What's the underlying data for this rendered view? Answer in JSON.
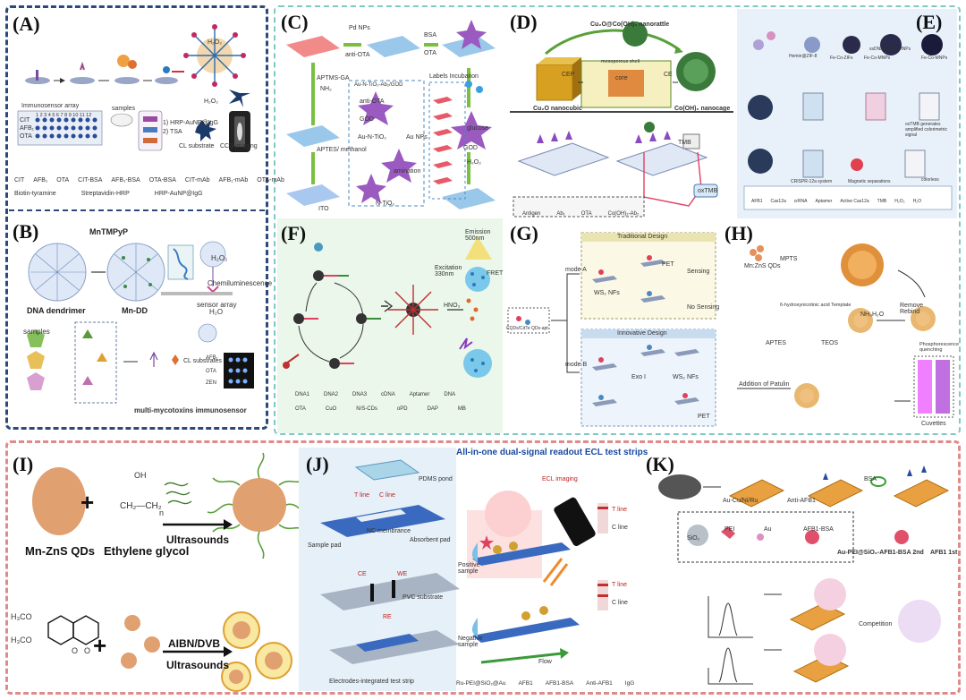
{
  "panels": {
    "A": {
      "letter": "(A)",
      "h2o2": "H₂O₂",
      "array_title": "Immunosensor array",
      "row_labels": [
        "CIT",
        "AFB₁",
        "OTA"
      ],
      "col_numbers": "1 2 3 4 5 6 7 8 9 10 11 12",
      "samples": "samples",
      "step1": "1) HRP-AuNP@IgG",
      "step2": "2) TSA",
      "cl_substrate": "CL substrate",
      "ccd": "CCD imaging",
      "legend_row1": [
        "CIT",
        "AFB₁",
        "OTA",
        "CIT-BSA",
        "AFB₁-BSA",
        "OTA-BSA",
        "CIT-mAb",
        "AFB₁-mAb",
        "OTA-mAb"
      ],
      "legend_row2": [
        "Biotin-tyramine",
        "Streptavidin-HRP",
        "HRP-AuNP@IgG"
      ]
    },
    "B": {
      "letter": "(B)",
      "mntmpyp": "MnTMPyP",
      "dna_dendrimer": "DNA dendrimer",
      "mn_dd": "Mn-DD",
      "sensor_array": "sensor array",
      "h2o2": "H₂O₂",
      "chemi": "Chemiluminescence",
      "h2o": "H₂O",
      "samples": "samples",
      "cl_substrates": "CL substrates",
      "rows": [
        "AFB₁",
        "OTA",
        "ZEN"
      ],
      "caption": "multi-mycotoxins immunosensor"
    },
    "C": {
      "letter": "(C)",
      "pd_nps": "Pd NPs",
      "anti_ota": "anti-OTA",
      "bsa": "BSA",
      "ota": "OTA",
      "aptms_ga": "APTMS-GA",
      "nh2": "NH₂",
      "aptes": "APTES/ methanol",
      "ito": "ITO",
      "conj": "Au-N-TiO₂-Ab₂/GOD",
      "anti_ota2": "anti-OTA",
      "god": "GOD",
      "au_n_tio2": "Au-N-TiO₂",
      "au_nps": "Au NPs",
      "amination": "amination",
      "n_tio2": "N-TiO₂",
      "labels_incubation": "Labels Incubation",
      "glucose": "glucose",
      "god2": "GOD",
      "h2o2": "H₂O₂"
    },
    "D": {
      "letter": "(D)",
      "nanorattle": "Cu₂O@Co(OH)₂ nanorattle",
      "cep": "CEP",
      "ce": "CE",
      "cu2o": "Cu₂O nanocubic",
      "cooh": "Co(OH)₂ nanocage",
      "core": "core",
      "shell": "mesoporous shell",
      "tmb": "TMB",
      "oxtmb": "oxTMB",
      "legend": [
        "Antigen",
        "Ab₁",
        "OTA",
        "Co(OH)₂-Ab₂"
      ]
    },
    "E": {
      "letter": "(E)",
      "captions": [
        "Hemin@ZIF-8",
        "Fe-Co-ZIFs",
        "Fe-Co-MNPs",
        "ssDNA-Fe-Co MNPs",
        "Fe-Co-MNPs",
        "oxTMB generates amplified colorimetric signal",
        "CRISPR-12a system",
        "Magnetic separations",
        "colorless"
      ],
      "legend": [
        "AFB1",
        "Cas12a",
        "crRNA",
        "Aptamer",
        "Active Cas12a",
        "TMB",
        "H₂O₂",
        "H₂O"
      ]
    },
    "F": {
      "letter": "(F)",
      "emission": "Emission 500nm",
      "excitation": "Excitation 330nm",
      "fret": "FRET",
      "hno3": "HNO₃",
      "legend_row1": [
        "DNA1",
        "DNA2",
        "DNA3",
        "cDNA",
        "Aptamer",
        "DNA"
      ],
      "legend_row2": [
        "OTA",
        "CuO",
        "N/S-CDs",
        "oPD",
        "DAP",
        "MB"
      ]
    },
    "G": {
      "letter": "(G)",
      "traditional": "Traditional Design",
      "innovative": "Innovative Design",
      "mode_a": "mode A",
      "mode_b": "mode B",
      "probe": "CQDs/CdTe QDs-apt",
      "ws2": "WS₂ NFs",
      "sensing": "Sensing",
      "no_sensing": "No Sensing",
      "exo": "Exo I",
      "pet": "PET"
    },
    "H": {
      "letter": "(H)",
      "qds": "Mn:ZnS QDs",
      "mpts": "MPTS",
      "template": "6-hydroxynicotinic acid Template",
      "aptes": "APTES",
      "teos": "TEOS",
      "nh3": "NH₃H₂O",
      "remove": "Remove Rebind",
      "patulin": "Addition of Patulin",
      "phospho": "Phosphorescence quenching",
      "cuvettes": "Cuvettes"
    },
    "I": {
      "letter": "(I)",
      "qds": "Mn-ZnS QDs",
      "plus1": "+",
      "eg": "Ethylene glycol",
      "ultrasounds1": "Ultrasounds",
      "plus2": "+",
      "aibn": "AIBN/DVB",
      "ultrasounds2": "Ultrasounds",
      "h3co_top": "H₃CO",
      "h3co_bottom": "H₃CO",
      "oh": "OH",
      "chain": "CH₂—CH₂",
      "n": "n",
      "o1": "O",
      "o2": "O"
    },
    "J": {
      "letter": "(J)",
      "title": "All-in-one dual-signal readout ECL test strips",
      "pdms": "PDMS pond",
      "t_line": "T line",
      "c_line": "C line",
      "nc": "NC membrance",
      "absorbent": "Absorbent pad",
      "sample_pad": "Sample pad",
      "ce": "CE",
      "we": "WE",
      "re": "RE",
      "pvc": "PVC substrate",
      "electrodes": "Electrodes-integrated test strip",
      "ecl": "ECL imaging",
      "positive": "Positive sample",
      "negative": "Negative sample",
      "flow": "Flow",
      "t_line2": "T line",
      "c_line2": "C line",
      "t_line3": "T line",
      "c_line3": "C line",
      "legend": [
        "Ru-PEI@SiO₂@Au",
        "AFB1",
        "AFB1-BSA",
        "Anti-AFB1",
        "IgG"
      ]
    },
    "K": {
      "letter": "(K)",
      "au_cu": "Au-Cu/Ni/Ru",
      "anti_afb1": "Anti-AFB1",
      "bsa": "BSA",
      "sio2": "SiO₂",
      "pei": "PEI",
      "au": "Au",
      "afb1_bsa": "AFB1-BSA",
      "label": "Au-PEI@SiO₂-AFB1-BSA 2nd",
      "afb1": "AFB1 1st",
      "competition": "Competition"
    }
  },
  "colors": {
    "frame_blue": "#2a4a7a",
    "frame_teal": "#7fc9c4",
    "frame_red": "#e08a8a",
    "bg_blue_panel": "#e8f1fa",
    "bg_green_panel": "#eaf7ea"
  }
}
